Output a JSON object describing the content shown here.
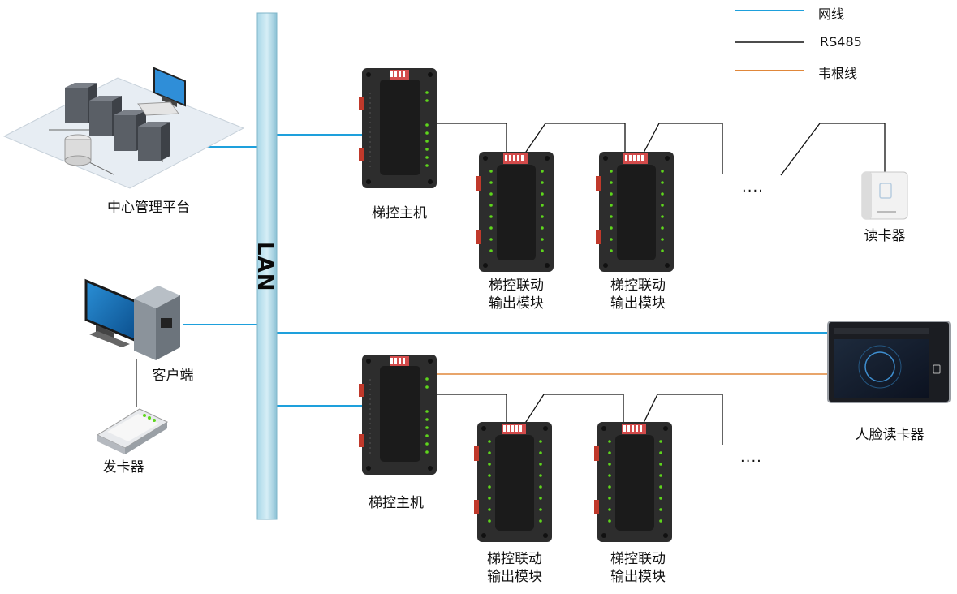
{
  "legend": {
    "items": [
      {
        "label": "网线",
        "color": "#1ea0dc"
      },
      {
        "label": "RS485",
        "color": "#111111"
      },
      {
        "label": "韦根线",
        "color": "#e0873a"
      }
    ]
  },
  "backbone": {
    "label": "LAN",
    "color": "#8ec8dc"
  },
  "nodes": {
    "platform": "中心管理平台",
    "client": "客户端",
    "card_issuer": "发卡器",
    "controller_top": "梯控主机",
    "controller_bottom": "梯控主机",
    "module_top_1": [
      "梯控联动",
      "输出模块"
    ],
    "module_top_2": [
      "梯控联动",
      "输出模块"
    ],
    "module_bottom_1": [
      "梯控联动",
      "输出模块"
    ],
    "module_bottom_2": [
      "梯控联动",
      "输出模块"
    ],
    "card_reader": "读卡器",
    "face_reader": "人脸读卡器"
  },
  "ellipsis_top": "....",
  "ellipsis_bottom": "...."
}
